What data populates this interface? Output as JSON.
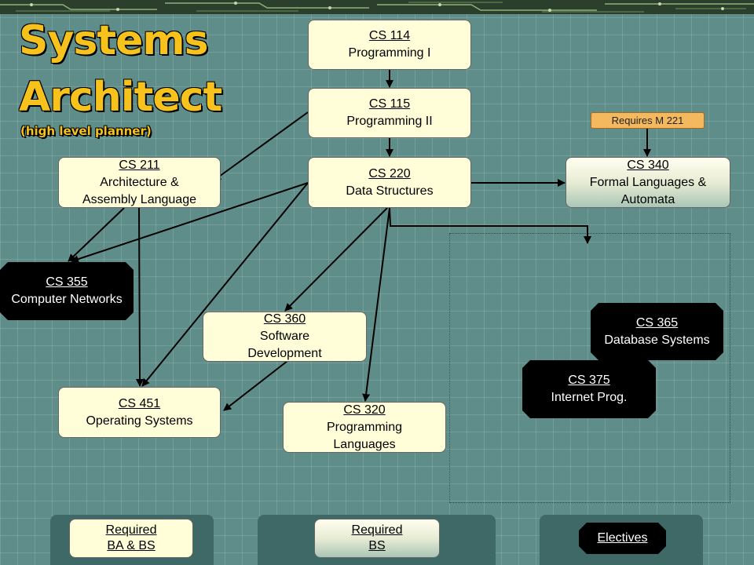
{
  "title": {
    "line1": "Systems",
    "line2": "Architect",
    "subtitle": "(high level planner)"
  },
  "courses": {
    "cs114": {
      "code": "CS 114",
      "name": "Programming I"
    },
    "cs115": {
      "code": "CS 115",
      "name": "Programming II"
    },
    "cs211": {
      "code": "CS 211",
      "name_line1": "Architecture &",
      "name_line2": "Assembly Language"
    },
    "cs220": {
      "code": "CS 220",
      "name": "Data Structures"
    },
    "cs340": {
      "code": "CS 340",
      "name_line1": "Formal Languages &",
      "name_line2": "Automata"
    },
    "cs355": {
      "code": "CS 355",
      "name": "Computer Networks"
    },
    "cs360": {
      "code": "CS 360",
      "name_line1": "Software",
      "name_line2": "Development"
    },
    "cs365": {
      "code": "CS 365",
      "name": "Database Systems"
    },
    "cs375": {
      "code": "CS 375",
      "name": "Internet Prog."
    },
    "cs451": {
      "code": "CS 451",
      "name": "Operating Systems"
    },
    "cs320": {
      "code": "CS 320",
      "name_line1": "Programming",
      "name_line2": "Languages"
    }
  },
  "prereq_note": "Requires M 221",
  "legend": {
    "required_ba_bs": {
      "line1": "Required",
      "line2": "BA & BS"
    },
    "required_bs": {
      "line1": "Required",
      "line2": "BS"
    },
    "electives": "Electives"
  },
  "colors": {
    "background": "#5f8e8a",
    "title": "#f6c21b",
    "required_ba_bs": "#fffed8",
    "electives": "#000000",
    "prereq_note": "#f4b85e"
  }
}
